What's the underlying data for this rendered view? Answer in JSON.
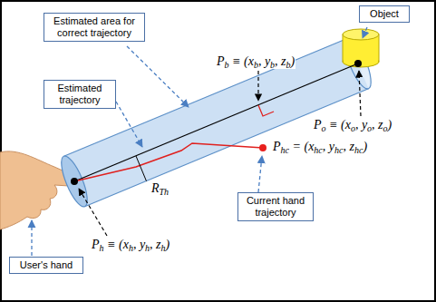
{
  "diagram": {
    "nodes": [
      {
        "text": [
          "Estimated area for correct trajectory"
        ]
      },
      {
        "text": [
          "Object"
        ]
      },
      {
        "text": [
          "Estimated trajectory"
        ]
      },
      {
        "text": [
          "Current hand trajectory"
        ]
      },
      {
        "text": [
          "User's hand"
        ]
      }
    ],
    "labels": [
      "Pb ≡ (xb, yb, zb)",
      "Po ≡ (xo, yo, zo)",
      "Phc = (xhc, yhc, zhc)",
      "RTh",
      "Ph ≡ (xh, yh, zh)"
    ]
  }
}
